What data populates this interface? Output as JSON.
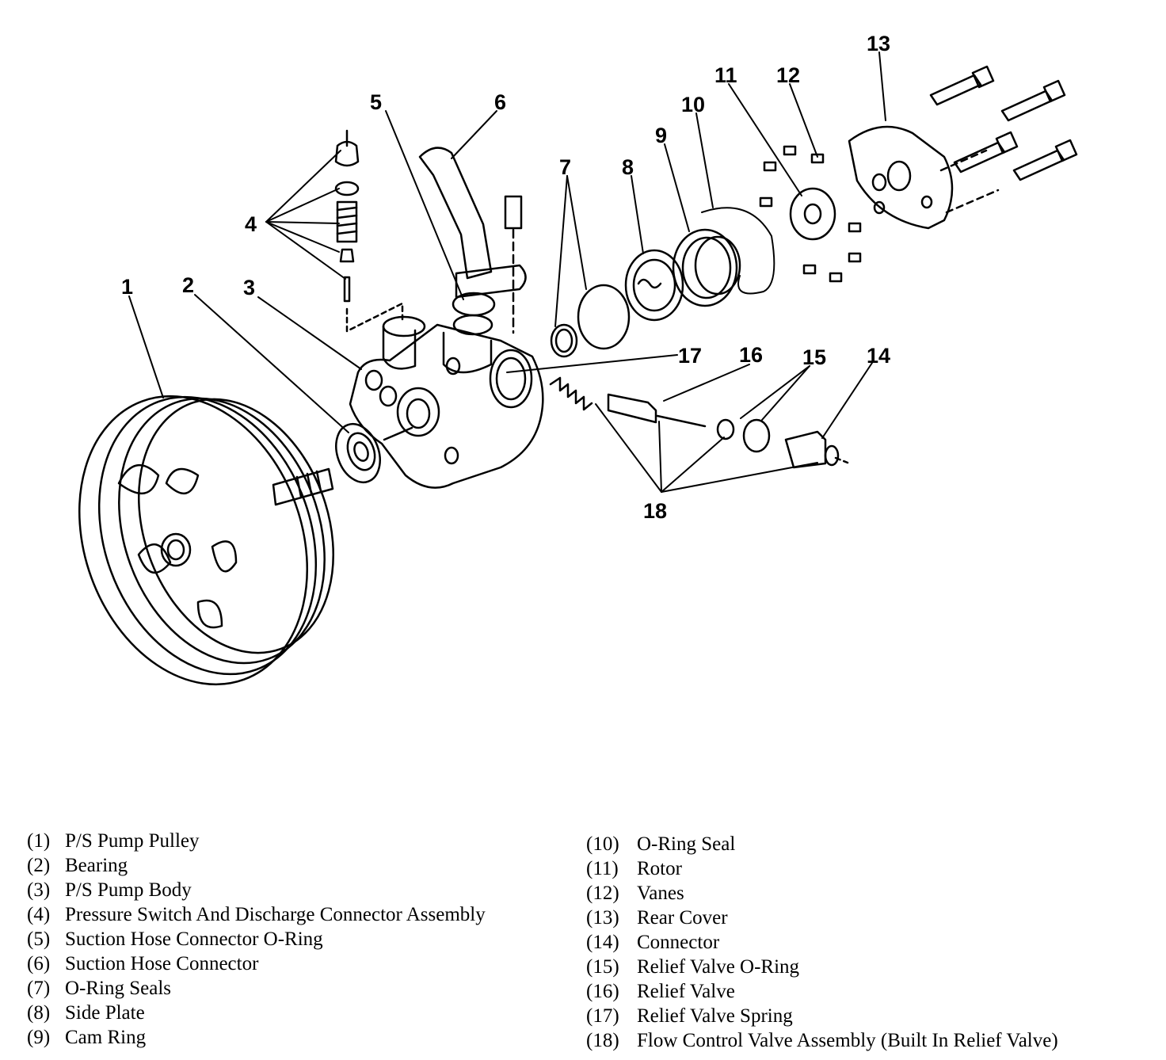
{
  "diagram": {
    "callouts": [
      {
        "id": "1",
        "label": "1"
      },
      {
        "id": "2",
        "label": "2"
      },
      {
        "id": "3",
        "label": "3"
      },
      {
        "id": "4",
        "label": "4"
      },
      {
        "id": "5",
        "label": "5"
      },
      {
        "id": "6",
        "label": "6"
      },
      {
        "id": "7",
        "label": "7"
      },
      {
        "id": "8",
        "label": "8"
      },
      {
        "id": "9",
        "label": "9"
      },
      {
        "id": "10",
        "label": "10"
      },
      {
        "id": "11",
        "label": "11"
      },
      {
        "id": "12",
        "label": "12"
      },
      {
        "id": "13",
        "label": "13"
      },
      {
        "id": "14",
        "label": "14"
      },
      {
        "id": "15",
        "label": "15"
      },
      {
        "id": "16",
        "label": "16"
      },
      {
        "id": "17",
        "label": "17"
      },
      {
        "id": "18",
        "label": "18"
      }
    ]
  },
  "legend": {
    "left": [
      {
        "num": "(1)",
        "text": "P/S Pump Pulley"
      },
      {
        "num": "(2)",
        "text": "Bearing"
      },
      {
        "num": "(3)",
        "text": "P/S Pump Body"
      },
      {
        "num": "(4)",
        "text": "Pressure Switch And Discharge Connector Assembly"
      },
      {
        "num": "(5)",
        "text": "Suction Hose Connector O-Ring"
      },
      {
        "num": "(6)",
        "text": "Suction Hose Connector"
      },
      {
        "num": "(7)",
        "text": "O-Ring Seals"
      },
      {
        "num": "(8)",
        "text": "Side Plate"
      },
      {
        "num": "(9)",
        "text": "Cam Ring"
      }
    ],
    "right": [
      {
        "num": "(10)",
        "text": "O-Ring Seal"
      },
      {
        "num": "(11)",
        "text": "Rotor"
      },
      {
        "num": "(12)",
        "text": "Vanes"
      },
      {
        "num": "(13)",
        "text": "Rear Cover"
      },
      {
        "num": "(14)",
        "text": "Connector"
      },
      {
        "num": "(15)",
        "text": "Relief Valve O-Ring"
      },
      {
        "num": "(16)",
        "text": "Relief Valve"
      },
      {
        "num": "(17)",
        "text": "Relief Valve Spring"
      },
      {
        "num": "(18)",
        "text": "Flow Control Valve Assembly (Built In Relief Valve)"
      }
    ]
  }
}
